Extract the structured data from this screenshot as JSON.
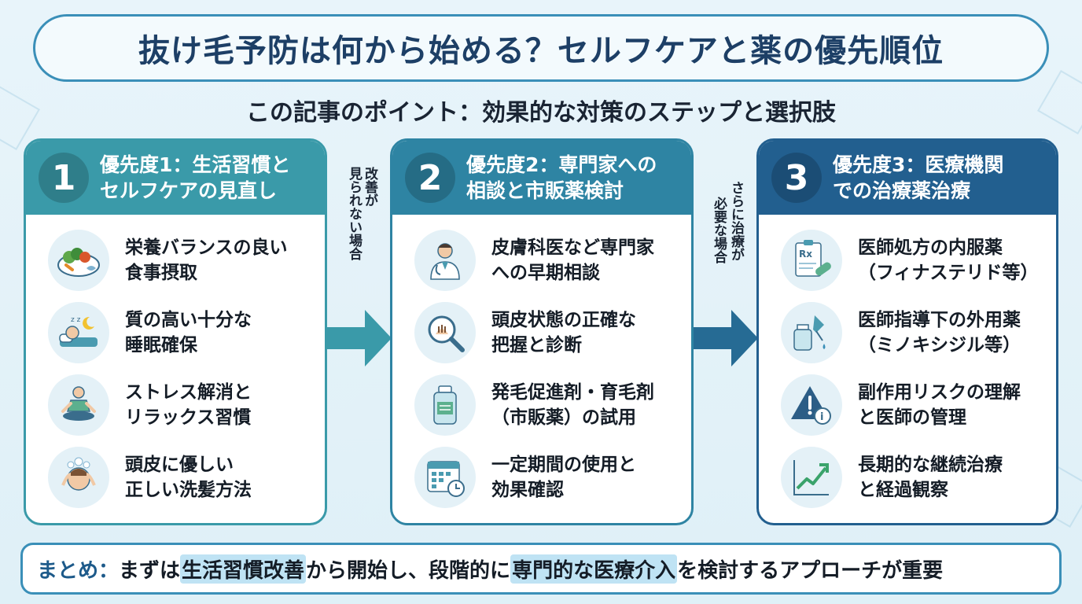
{
  "title": "抜け毛予防は何から始める？セルフケアと薬の優先順位",
  "subtitle": "この記事のポイント：効果的な対策のステップと選択肢",
  "colors": {
    "step1": "#3a9aa9",
    "step2": "#2e84a3",
    "step3": "#225f8f",
    "accent": "#3a8fb8"
  },
  "steps": [
    {
      "number": "1",
      "heading_line1": "優先度1：生活習慣と",
      "heading_line2": "セルフケアの見直し",
      "items": [
        {
          "icon": "healthy-food-icon",
          "text": "栄養バランスの良い\n食事摂取"
        },
        {
          "icon": "sleep-icon",
          "text": "質の高い十分な\n睡眠確保"
        },
        {
          "icon": "meditation-icon",
          "text": "ストレス解消と\nリラックス習慣"
        },
        {
          "icon": "hair-wash-icon",
          "text": "頭皮に優しい\n正しい洗髪方法"
        }
      ]
    },
    {
      "number": "2",
      "heading_line1": "優先度2：専門家への",
      "heading_line2": "相談と市販薬検討",
      "items": [
        {
          "icon": "doctor-icon",
          "text": "皮膚科医など専門家\nへの早期相談"
        },
        {
          "icon": "scalp-magnifier-icon",
          "text": "頭皮状態の正確な\n把握と診断"
        },
        {
          "icon": "medicine-bottle-icon",
          "text": "発毛促進剤・育毛剤\n（市販薬）の試用"
        },
        {
          "icon": "calendar-clock-icon",
          "text": "一定期間の使用と\n効果確認"
        }
      ]
    },
    {
      "number": "3",
      "heading_line1": "優先度3：医療機関",
      "heading_line2": "での治療薬治療",
      "items": [
        {
          "icon": "prescription-icon",
          "text": "医師処方の内服薬\n（フィナステリド等）"
        },
        {
          "icon": "dropper-icon",
          "text": "医師指導下の外用薬\n（ミノキシジル等）"
        },
        {
          "icon": "warning-info-icon",
          "text": "副作用リスクの理解\nと医師の管理"
        },
        {
          "icon": "trend-chart-icon",
          "text": "長期的な継続治療\nと経過観察"
        }
      ]
    }
  ],
  "arrows": [
    {
      "label_line1": "改善が",
      "label_line2": "見られない場合"
    },
    {
      "label_line1": "さらに治療が",
      "label_line2": "必要な場合"
    }
  ],
  "summary": {
    "label": "まとめ：",
    "part1": "まずは",
    "highlight1": "生活習慣改善",
    "part2": "から開始し、段階的に",
    "highlight2": "専門的な医療介入",
    "part3": "を検討するアプローチが重要"
  }
}
